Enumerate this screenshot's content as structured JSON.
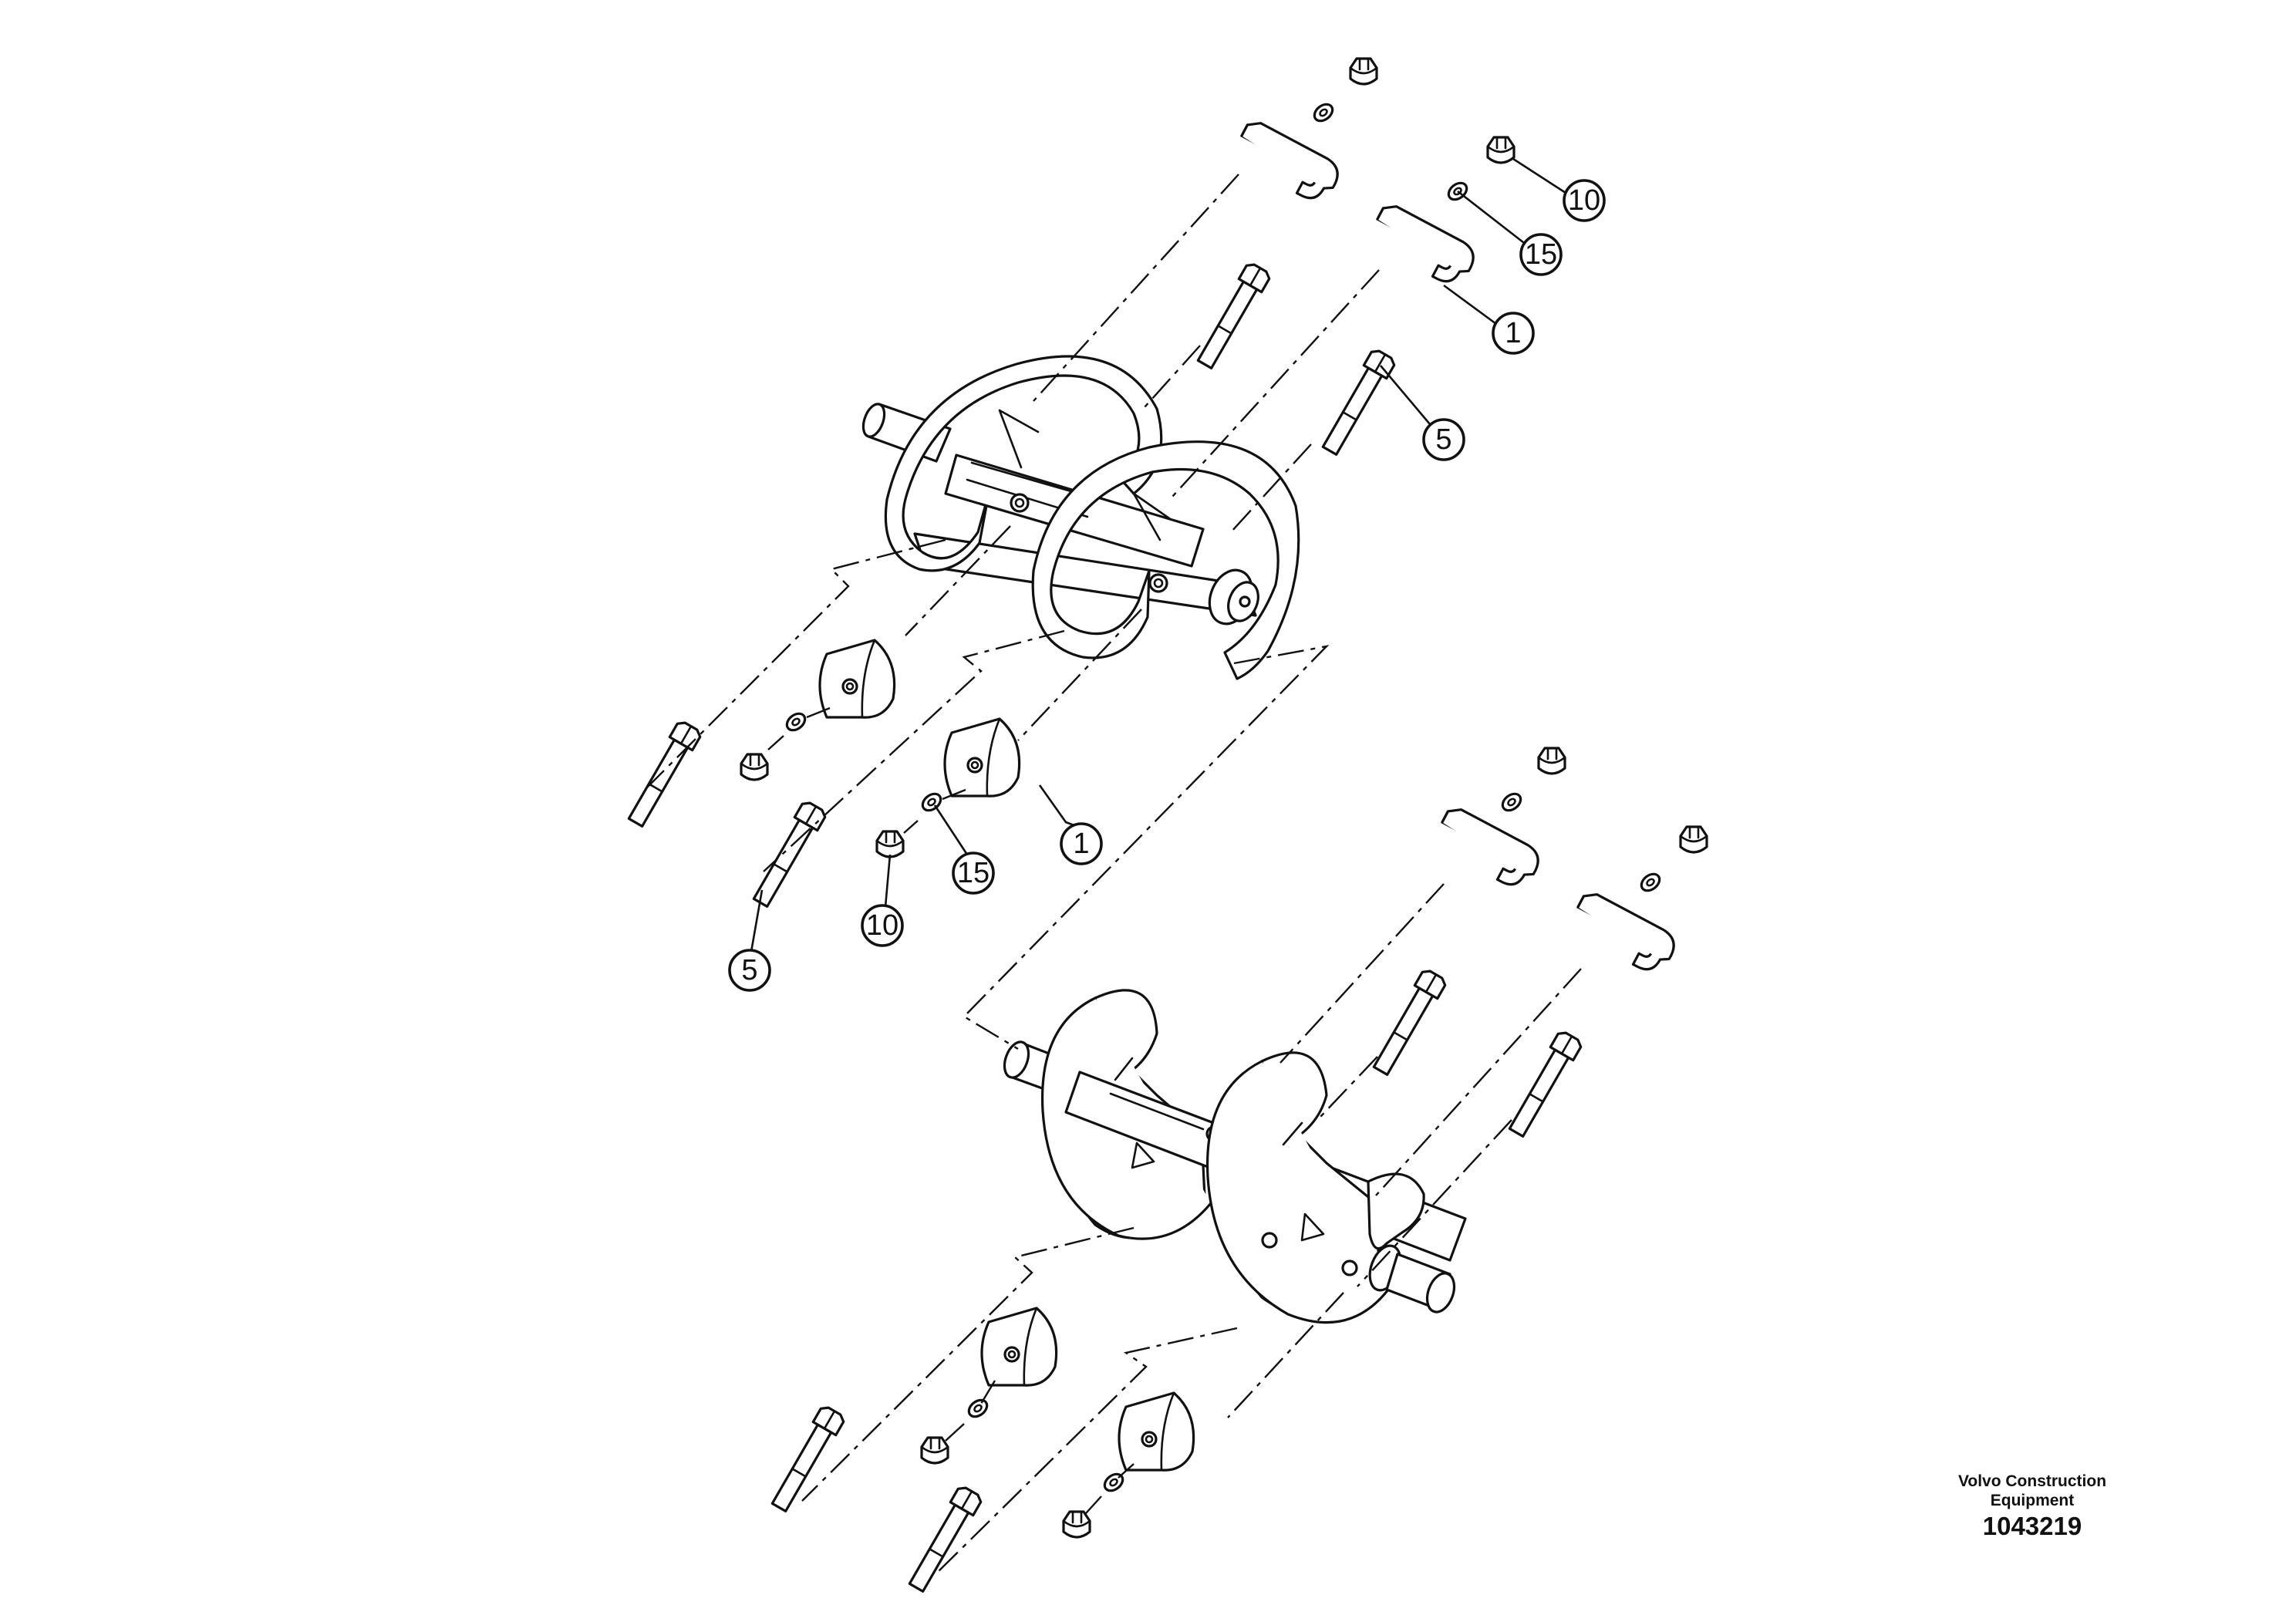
{
  "callouts": {
    "upper_nut": "10",
    "upper_washer": "15",
    "upper_sleeve": "1",
    "upper_bolt": "5",
    "lower_sleeve": "1",
    "lower_washer": "15",
    "lower_nut": "10",
    "lower_bolt": "5"
  },
  "footer": {
    "manufacturer": "Volvo Construction Equipment",
    "drawing_number": "1043219"
  }
}
